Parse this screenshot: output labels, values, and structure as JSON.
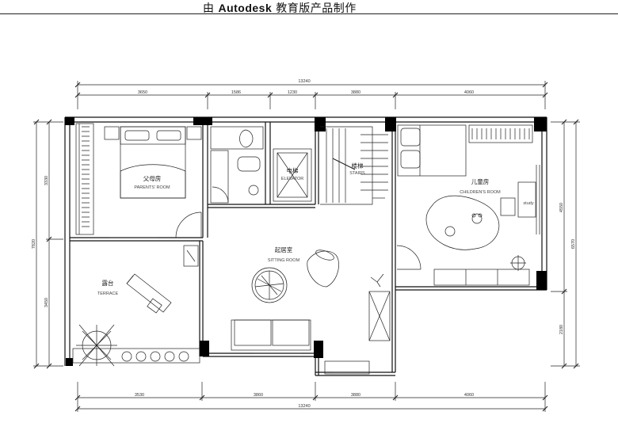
{
  "banner": {
    "prefix": "由",
    "brand": "Autodesk",
    "suffix": "教育版产品制作"
  },
  "dimensions": {
    "top_total": "13240",
    "top_segments": [
      "3650",
      "1586",
      "1230",
      "3880",
      "4060"
    ],
    "bottom_total": "13240",
    "bottom_segments": [
      "3530",
      "3860",
      "3880",
      "4060"
    ],
    "left_total": "7820",
    "left_segments": [
      "3330",
      "3450"
    ],
    "right_total": "6570",
    "right_segments": [
      "4550",
      "2180"
    ]
  },
  "rooms": {
    "parents": {
      "cn": "父母房",
      "en": "PARENTS' ROOM"
    },
    "elevator": {
      "cn": "电梯",
      "en": "ELEVATOR"
    },
    "stairs": {
      "cn": "楼梯",
      "en": "STAIRS"
    },
    "children": {
      "cn": "儿童房",
      "en": "CHILDREN'S ROOM"
    },
    "sitting": {
      "cn": "起居室",
      "en": "SITTING ROOM"
    },
    "terrace": {
      "cn": "露台",
      "en": "TERRACE"
    }
  },
  "annotations": {
    "study": "study"
  },
  "colors": {
    "line": "#222222",
    "wall": "#000000",
    "dim": "#444444"
  }
}
